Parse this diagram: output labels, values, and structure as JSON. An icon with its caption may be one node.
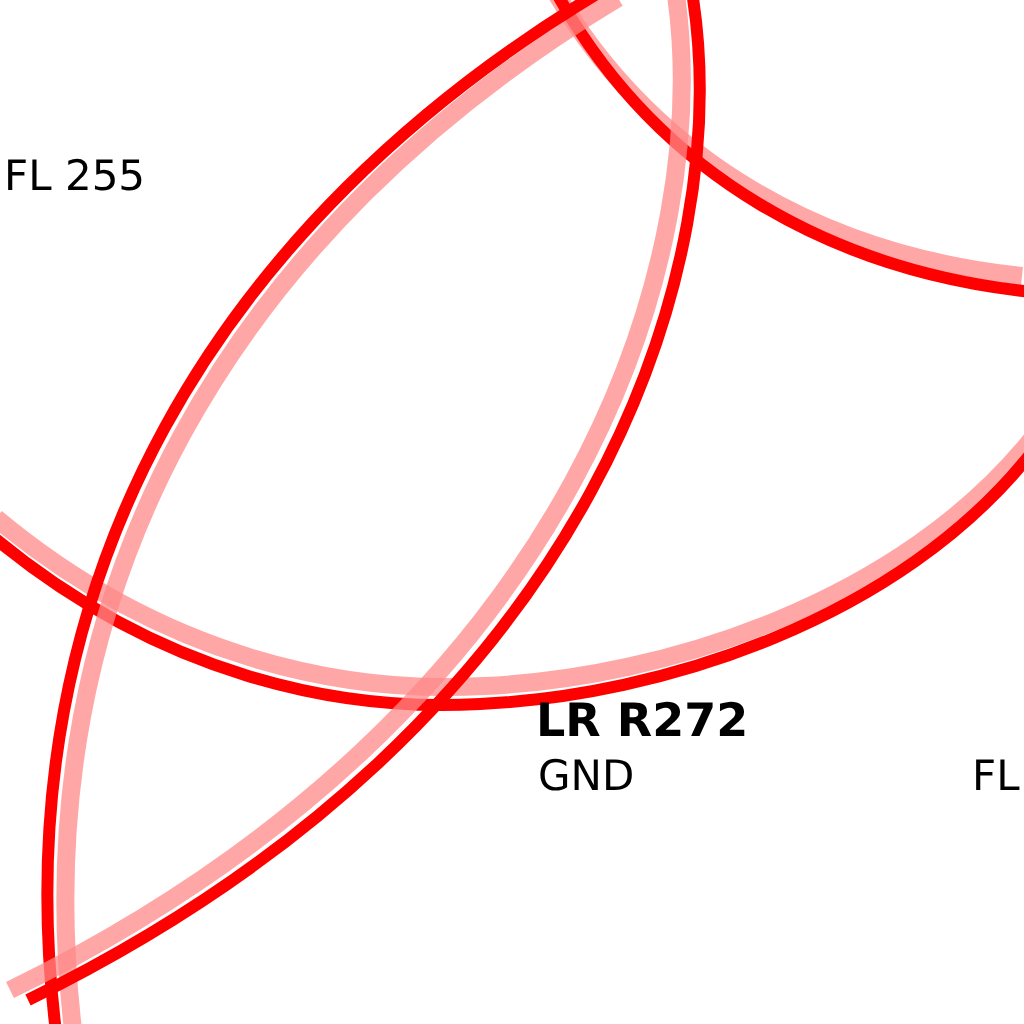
{
  "diagram": {
    "labels": [
      "FL 255",
      "LR R272",
      "GND",
      "FL"
    ]
  }
}
